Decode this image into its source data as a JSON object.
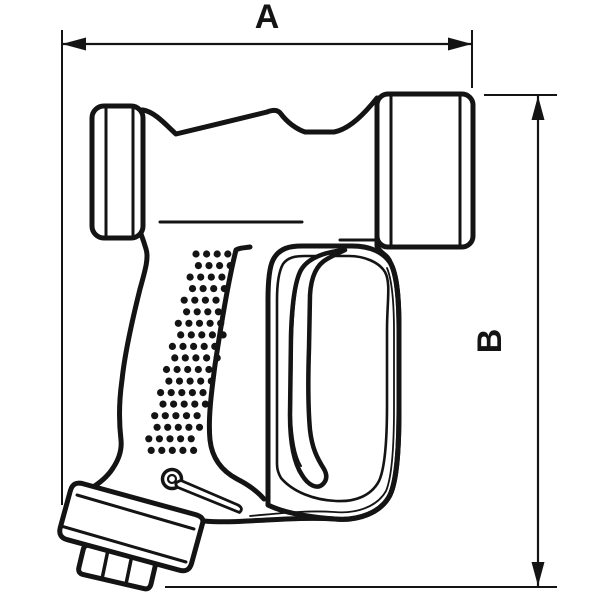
{
  "drawing": {
    "subject": "Side-profile technical line drawing of a trigger-operated wash gun with overall dimension callouts",
    "background_color": "#ffffff",
    "line_color": "#141414",
    "dimensions": {
      "a": {
        "label": "A",
        "orientation": "horizontal"
      },
      "b": {
        "label": "B",
        "orientation": "vertical"
      }
    },
    "parts": {
      "outlet_coupling": "left hose coupling",
      "inlet_coupling": "right hose coupling",
      "grip": "knurled pistol grip",
      "trigger_guard": "trigger guard loop",
      "trigger": "trigger lever",
      "pivot_pin": "trigger pivot pin",
      "safety_clip": "retaining clip",
      "inlet_cap": "angled inlet fitting",
      "hex_nut": "hex connection nut"
    }
  }
}
